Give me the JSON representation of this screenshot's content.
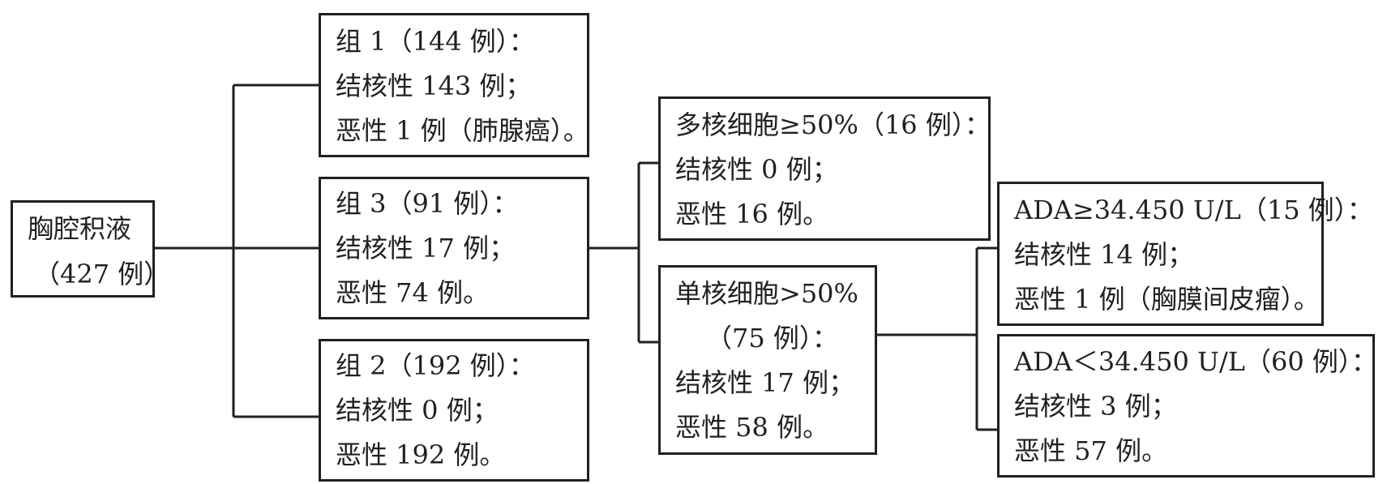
{
  "diagram": {
    "root": {
      "lines": [
        "胸腔积液",
        "（427 例）"
      ]
    },
    "group1": {
      "lines": [
        "组 1（144 例）：",
        "结核性 143 例；",
        "恶性 1 例（肺腺癌）。"
      ]
    },
    "group3": {
      "lines": [
        "组 3（91 例）：",
        "结核性 17 例；",
        "恶性 74 例。"
      ]
    },
    "group2": {
      "lines": [
        "组 2（192 例）：",
        "结核性 0 例；",
        "恶性 192 例。"
      ]
    },
    "multinuclear": {
      "lines": [
        "多核细胞≥50%（16 例）：",
        "结核性 0 例；",
        "恶性 16 例。"
      ]
    },
    "mononuclear": {
      "lines": [
        "单核细胞>50%",
        "（75 例）：",
        "结核性 17 例；",
        "恶性 58 例。"
      ]
    },
    "ada_high": {
      "lines": [
        "ADA≥34.450 U/L（15 例）：",
        "结核性 14 例；",
        "恶性 1 例（胸膜间皮瘤）。"
      ]
    },
    "ada_low": {
      "lines": [
        "ADA＜34.450 U/L（60 例）：",
        "结核性 3 例；",
        "恶性 57 例。"
      ]
    }
  },
  "colors": {
    "line": "#231f20",
    "background": "#ffffff"
  }
}
